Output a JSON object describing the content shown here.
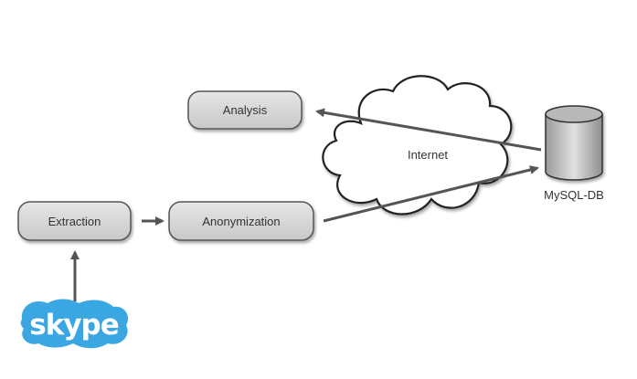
{
  "nodes": {
    "analysis": "Analysis",
    "extraction": "Extraction",
    "anonymization": "Anonymization",
    "internet": "Internet",
    "database": "MySQL-DB"
  },
  "logo": {
    "text": "skype",
    "color": "#3aa6e2",
    "icon": "skype-logo"
  },
  "colors": {
    "node_fill": "#d9d9d9",
    "arrow": "#555555"
  }
}
